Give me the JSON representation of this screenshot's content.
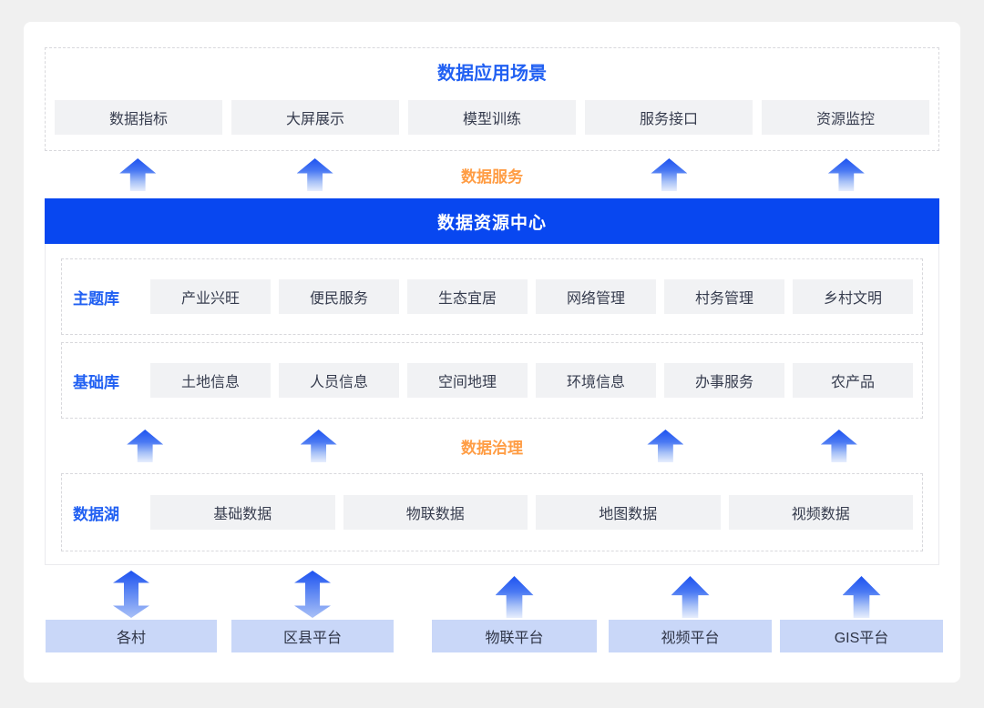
{
  "colors": {
    "accent_blue": "#2160f2",
    "banner_blue": "#0847f0",
    "orange": "#ff9d45",
    "box_gray": "#f1f2f4",
    "box_text": "#363c4e",
    "source_box_blue": "#c9d7f8"
  },
  "app_scenarios": {
    "title": "数据应用场景",
    "items": [
      "数据指标",
      "大屏展示",
      "模型训练",
      "服务接口",
      "资源监控"
    ]
  },
  "flow_labels": {
    "data_service": "数据服务",
    "data_governance": "数据治理"
  },
  "resource_center": {
    "title": "数据资源中心",
    "theme_library": {
      "label": "主题库",
      "items": [
        "产业兴旺",
        "便民服务",
        "生态宜居",
        "网络管理",
        "村务管理",
        "乡村文明"
      ]
    },
    "base_library": {
      "label": "基础库",
      "items": [
        "土地信息",
        "人员信息",
        "空间地理",
        "环境信息",
        "办事服务",
        "农产品"
      ]
    },
    "data_lake": {
      "label": "数据湖",
      "items": [
        "基础数据",
        "物联数据",
        "地图数据",
        "视频数据"
      ]
    }
  },
  "sources": {
    "items": [
      "各村",
      "区县平台",
      "物联平台",
      "视频平台",
      "GIS平台"
    ]
  }
}
